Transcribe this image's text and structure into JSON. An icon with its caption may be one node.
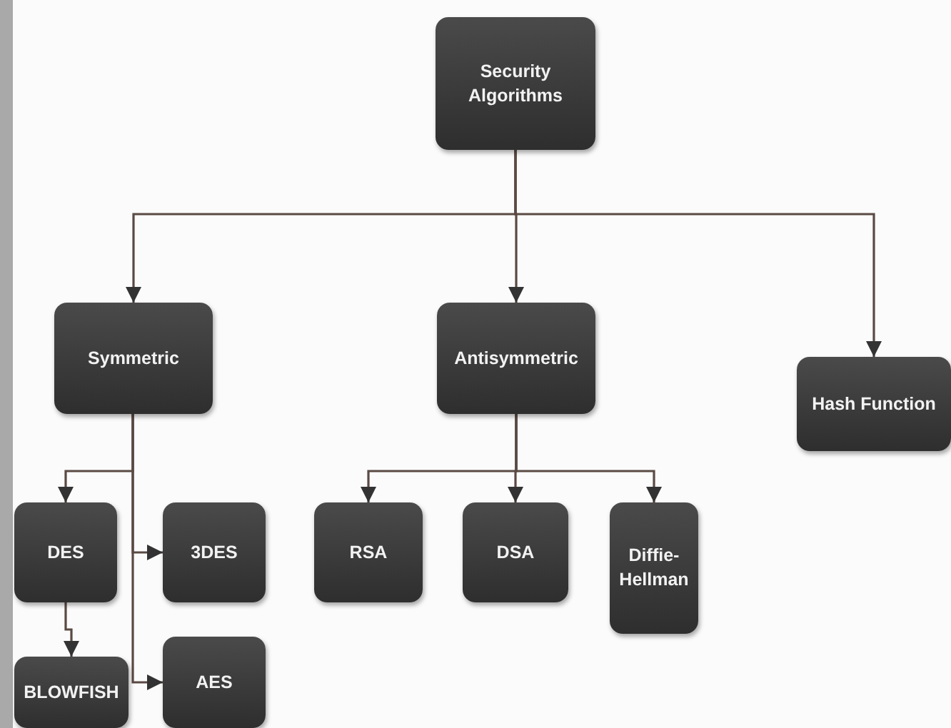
{
  "diagram": {
    "nodes": [
      {
        "text": [
          "Security Algorithms"
        ]
      },
      {
        "text": [
          "Symmetric"
        ]
      },
      {
        "text": [
          "Antisymmetric"
        ]
      },
      {
        "text": [
          "Hash Function"
        ]
      },
      {
        "text": [
          "DES"
        ]
      },
      {
        "text": [
          "3DES"
        ]
      },
      {
        "text": [
          "RSA"
        ]
      },
      {
        "text": [
          "DSA"
        ]
      },
      {
        "text": [
          "Diffie-Hellman"
        ]
      },
      {
        "text": [
          "BLOWFISH"
        ]
      },
      {
        "text": [
          "AES"
        ]
      }
    ],
    "edges": [
      {
        "from": 0,
        "to": 1,
        "arrow": "to"
      },
      {
        "from": 0,
        "to": 2,
        "arrow": "to"
      },
      {
        "from": 0,
        "to": 3,
        "arrow": "to"
      },
      {
        "from": 1,
        "to": 4,
        "arrow": "to"
      },
      {
        "from": 1,
        "to": 5,
        "arrow": "to"
      },
      {
        "from": 1,
        "to": 10,
        "arrow": "to"
      },
      {
        "from": 4,
        "to": 9,
        "arrow": "to"
      },
      {
        "from": 2,
        "to": 6,
        "arrow": "to"
      },
      {
        "from": 2,
        "to": 7,
        "arrow": "to"
      },
      {
        "from": 2,
        "to": 8,
        "arrow": "to"
      }
    ]
  }
}
